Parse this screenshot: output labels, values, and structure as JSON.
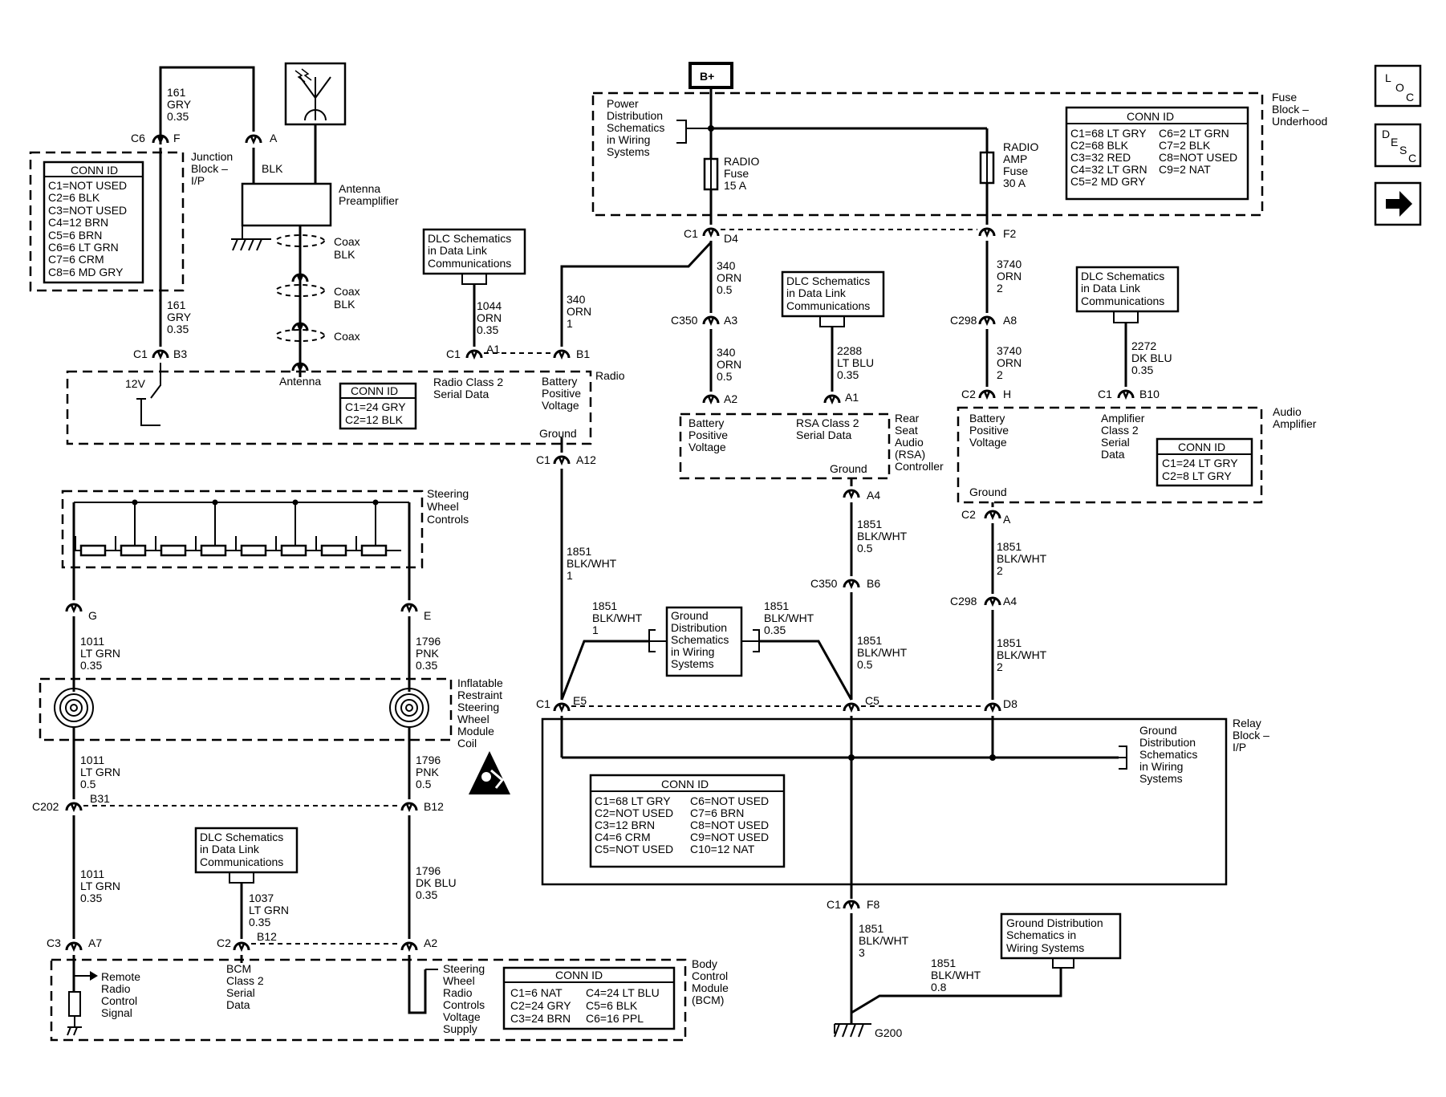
{
  "nav": {
    "loc": [
      "L",
      "O",
      "C"
    ],
    "desc": [
      "D",
      "E",
      "S",
      "C"
    ]
  },
  "bplus": "B+",
  "fuse_block": {
    "title": [
      "Fuse",
      "Block –",
      "Underhood"
    ],
    "power_dist": [
      "Power",
      "Distribution",
      "Schematics",
      "in Wiring",
      "Systems"
    ],
    "radio_fuse": [
      "RADIO",
      "Fuse",
      "15 A"
    ],
    "amp_fuse": [
      "RADIO",
      "AMP",
      "Fuse",
      "30 A"
    ],
    "conn_id": {
      "header": "CONN ID",
      "col1": [
        "C1=68 LT GRY",
        "C2=68 BLK",
        "C3=32 RED",
        "C4=32 LT GRN",
        "C5=2 MD GRY"
      ],
      "col2": [
        "C6=2 LT GRN",
        "C7=2 BLK",
        "C8=NOT USED",
        "C9=2 NAT"
      ]
    }
  },
  "junction_block": {
    "title": [
      "Junction",
      "Block –",
      "I/P"
    ],
    "conn_id": {
      "header": "CONN ID",
      "rows": [
        "C1=NOT USED",
        "C2=6 BLK",
        "C3=NOT USED",
        "C4=12 BRN",
        "C5=6 BRN",
        "C6=6 LT GRN",
        "C7=6 CRM",
        "C8=6 MD GRY"
      ]
    }
  },
  "antenna": {
    "preamp": [
      "Antenna",
      "Preamplifier"
    ],
    "coax1": [
      "Coax",
      "BLK"
    ],
    "coax2": [
      "Coax",
      "BLK"
    ],
    "coax3": [
      "Coax"
    ],
    "label": "Antenna",
    "blk": "BLK"
  },
  "dlc": [
    "DLC Schematics",
    "in Data Link",
    "Communications"
  ],
  "radio": {
    "title": "Radio",
    "v12": "12V",
    "class2": [
      "Radio Class 2",
      "Serial Data"
    ],
    "bpv": [
      "Battery",
      "Positive",
      "Voltage"
    ],
    "ground": "Ground",
    "conn_id": {
      "header": "CONN ID",
      "rows": [
        "C1=24 GRY",
        "C2=12 BLK"
      ]
    }
  },
  "rsa": {
    "title": [
      "Rear",
      "Seat",
      "Audio",
      "(RSA)",
      "Controller"
    ],
    "bpv": [
      "Battery",
      "Positive",
      "Voltage"
    ],
    "class2": [
      "RSA Class 2",
      "Serial Data"
    ],
    "ground": "Ground"
  },
  "amp": {
    "title": [
      "Audio",
      "Amplifier"
    ],
    "bpv": [
      "Battery",
      "Positive",
      "Voltage"
    ],
    "class2": [
      "Amplifier",
      "Class 2",
      "Serial",
      "Data"
    ],
    "ground": "Ground",
    "conn_id": {
      "header": "CONN ID",
      "rows": [
        "C1=24 LT GRY",
        "C2=8 LT GRY"
      ]
    }
  },
  "swc": {
    "title": [
      "Steering",
      "Wheel",
      "Controls"
    ]
  },
  "inflatable": {
    "title": [
      "Inflatable",
      "Restraint",
      "Steering",
      "Wheel",
      "Module",
      "Coil"
    ]
  },
  "relay_block": {
    "title": [
      "Relay",
      "Block –",
      "I/P"
    ],
    "gnd_dist": [
      "Ground",
      "Distribution",
      "Schematics",
      "in Wiring",
      "Systems"
    ],
    "conn_id": {
      "header": "CONN ID",
      "col1": [
        "C1=68 LT GRY",
        "C2=NOT USED",
        "C3=12 BRN",
        "C4=6 CRM",
        "C5=NOT USED"
      ],
      "col2": [
        "C6=NOT USED",
        "C7=6 BRN",
        "C8=NOT USED",
        "C9=NOT USED",
        "C10=12 NAT"
      ]
    }
  },
  "gnd_dist_mid": [
    "Ground",
    "Distribution",
    "Schematics",
    "in Wiring",
    "Systems"
  ],
  "gnd_dist_bottom": [
    "Ground Distribution",
    "Schematics in",
    "Wiring Systems"
  ],
  "bcm": {
    "title": [
      "Body",
      "Control",
      "Module",
      "(BCM)"
    ],
    "remote": [
      "Remote",
      "Radio",
      "Control",
      "Signal"
    ],
    "class2": [
      "BCM",
      "Class 2",
      "Serial",
      "Data"
    ],
    "swrc": [
      "Steering",
      "Wheel",
      "Radio",
      "Controls",
      "Voltage",
      "Supply"
    ],
    "conn_id": {
      "header": "CONN ID",
      "col1": [
        "C1=6 NAT",
        "C2=24 GRY",
        "C3=24 BRN"
      ],
      "col2": [
        "C4=24 LT BLU",
        "C5=6 BLK",
        "C6=16 PPL"
      ]
    }
  },
  "ground_point": "G200",
  "connectors": {
    "c6": "C6",
    "f": "F",
    "a": "A",
    "c1b3": "C1",
    "b3": "B3",
    "c1a1": "C1",
    "a1": "A1",
    "b1": "B1",
    "c1d4": "C1",
    "d4": "D4",
    "f2": "F2",
    "c350a3": "C350",
    "a3": "A3",
    "c298a8": "C298",
    "a8": "A8",
    "a2rsa": "A2",
    "a1rsa": "A1",
    "c2h": "C2",
    "h": "H",
    "c1b10": "C1",
    "b10": "B10",
    "c1a12": "C1",
    "a12": "A12",
    "a4rsa": "A4",
    "c2a": "C2",
    "aamp": "A",
    "c350b6": "C350",
    "b6": "B6",
    "c298a4": "C298",
    "a4amp": "A4",
    "c1e5": "C1",
    "e5": "E5",
    "c5": "C5",
    "d8": "D8",
    "c1f8": "C1",
    "f8": "F8",
    "g": "G",
    "e": "E",
    "c202": "C202",
    "b31": "B31",
    "b12a": "B12",
    "c3": "C3",
    "a7": "A7",
    "c2b12": "C2",
    "b12b": "B12",
    "a2bcm": "A2"
  },
  "wires": {
    "w161a": [
      "161",
      "GRY",
      "0.35"
    ],
    "w161b": [
      "161",
      "GRY",
      "0.35"
    ],
    "w1044": [
      "1044",
      "ORN",
      "0.35"
    ],
    "w340a": [
      "340",
      "ORN",
      "1"
    ],
    "w340b": [
      "340",
      "ORN",
      "0.5"
    ],
    "w340c": [
      "340",
      "ORN",
      "0.5"
    ],
    "w2288": [
      "2288",
      "LT BLU",
      "0.35"
    ],
    "w3740a": [
      "3740",
      "ORN",
      "2"
    ],
    "w3740b": [
      "3740",
      "ORN",
      "2"
    ],
    "w2272": [
      "2272",
      "DK BLU",
      "0.35"
    ],
    "w1851a": [
      "1851",
      "BLK/WHT",
      "1"
    ],
    "w1851b": [
      "1851",
      "BLK/WHT",
      "1"
    ],
    "w1851c": [
      "1851",
      "BLK/WHT",
      "0.35"
    ],
    "w1851d": [
      "1851",
      "BLK/WHT",
      "0.5"
    ],
    "w1851e": [
      "1851",
      "BLK/WHT",
      "0.5"
    ],
    "w1851f": [
      "1851",
      "BLK/WHT",
      "2"
    ],
    "w1851g": [
      "1851",
      "BLK/WHT",
      "2"
    ],
    "w1851h": [
      "1851",
      "BLK/WHT",
      "3"
    ],
    "w1851i": [
      "1851",
      "BLK/WHT",
      "0.8"
    ],
    "w1011a": [
      "1011",
      "LT GRN",
      "0.35"
    ],
    "w1011b": [
      "1011",
      "LT GRN",
      "0.5"
    ],
    "w1011c": [
      "1011",
      "LT GRN",
      "0.35"
    ],
    "w1796a": [
      "1796",
      "PNK",
      "0.35"
    ],
    "w1796b": [
      "1796",
      "PNK",
      "0.5"
    ],
    "w1796c": [
      "1796",
      "DK BLU",
      "0.35"
    ],
    "w1037": [
      "1037",
      "LT GRN",
      "0.35"
    ]
  }
}
